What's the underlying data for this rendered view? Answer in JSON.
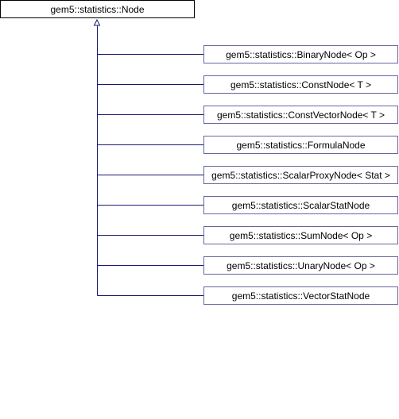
{
  "diagram": {
    "root": {
      "label": "gem5::statistics::Node"
    },
    "children": [
      {
        "label": "gem5::statistics::BinaryNode< Op >"
      },
      {
        "label": "gem5::statistics::ConstNode< T >"
      },
      {
        "label": "gem5::statistics::ConstVectorNode< T >"
      },
      {
        "label": "gem5::statistics::FormulaNode"
      },
      {
        "label": "gem5::statistics::ScalarProxyNode< Stat >"
      },
      {
        "label": "gem5::statistics::ScalarStatNode"
      },
      {
        "label": "gem5::statistics::SumNode< Op >"
      },
      {
        "label": "gem5::statistics::UnaryNode< Op >"
      },
      {
        "label": "gem5::statistics::VectorStatNode"
      }
    ],
    "colors": {
      "edge": "#191970",
      "child_border": "#63679f",
      "root_border": "#000000"
    }
  }
}
